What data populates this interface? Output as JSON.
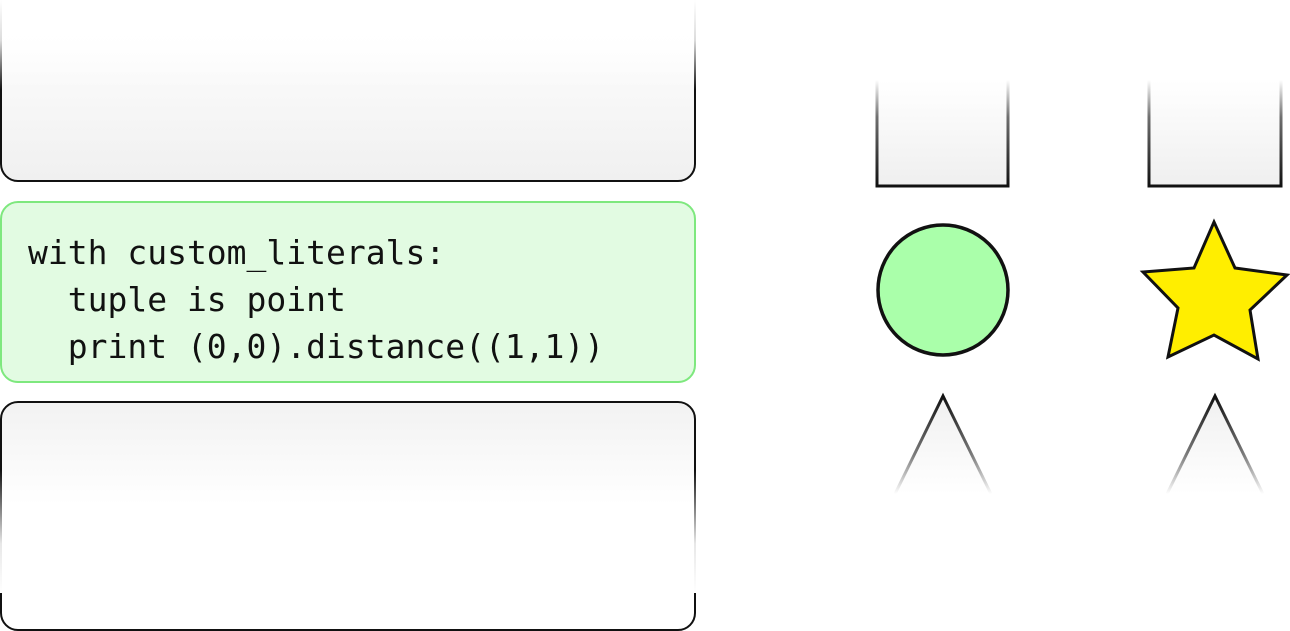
{
  "code_block": {
    "lines": [
      "with custom_literals:",
      "  tuple is point",
      "  print (0,0).distance((1,1))"
    ]
  },
  "colors": {
    "code_background": "#e2fbe2",
    "code_border": "#7ee87e",
    "circle_fill": "#aaffaa",
    "star_fill": "#ffee00",
    "outline": "#111111"
  },
  "icons": {
    "left_column": [
      "box-top",
      "circle",
      "triangle"
    ],
    "right_column": [
      "box-top",
      "star",
      "triangle"
    ]
  }
}
